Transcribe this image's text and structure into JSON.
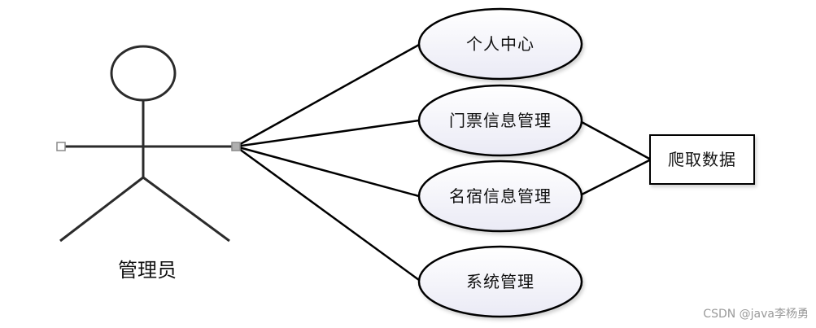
{
  "diagram": {
    "actor": {
      "label": "管理员"
    },
    "use_cases": [
      {
        "label": "个人中心"
      },
      {
        "label": "门票信息管理"
      },
      {
        "label": "名宿信息管理"
      },
      {
        "label": "系统管理"
      }
    ],
    "external": {
      "label": "爬取数据"
    }
  },
  "watermark": "CSDN @java李杨勇",
  "colors": {
    "ellipse_fill_top": "#ffffff",
    "ellipse_fill_bottom": "#eaeaf5",
    "line": "#000000",
    "actor_line": "#2b2b2b",
    "handle": "#8a8a8a",
    "watermark": "#9a9a9a"
  }
}
